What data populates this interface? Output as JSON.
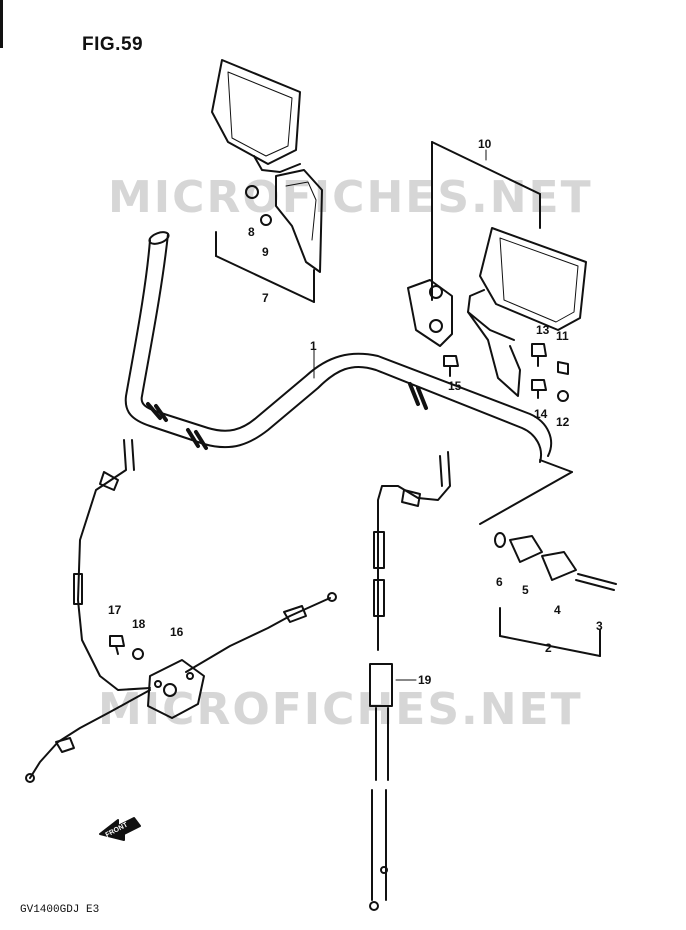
{
  "figure": {
    "title": "FIG.59",
    "model_code": "GV1400GDJ  E3"
  },
  "watermark": "MICROFICHES.NET",
  "front_label": "FRONT",
  "callouts": [
    {
      "id": "c1",
      "label": "1"
    },
    {
      "id": "c2",
      "label": "2"
    },
    {
      "id": "c3",
      "label": "3"
    },
    {
      "id": "c4",
      "label": "4"
    },
    {
      "id": "c5",
      "label": "5"
    },
    {
      "id": "c6",
      "label": "6"
    },
    {
      "id": "c7",
      "label": "7"
    },
    {
      "id": "c8",
      "label": "8"
    },
    {
      "id": "c9",
      "label": "9"
    },
    {
      "id": "c10",
      "label": "10"
    },
    {
      "id": "c11",
      "label": "11"
    },
    {
      "id": "c12",
      "label": "12"
    },
    {
      "id": "c13",
      "label": "13"
    },
    {
      "id": "c14",
      "label": "14"
    },
    {
      "id": "c15",
      "label": "15"
    },
    {
      "id": "c16",
      "label": "16"
    },
    {
      "id": "c17",
      "label": "17"
    },
    {
      "id": "c18",
      "label": "18"
    },
    {
      "id": "c19",
      "label": "19"
    }
  ]
}
